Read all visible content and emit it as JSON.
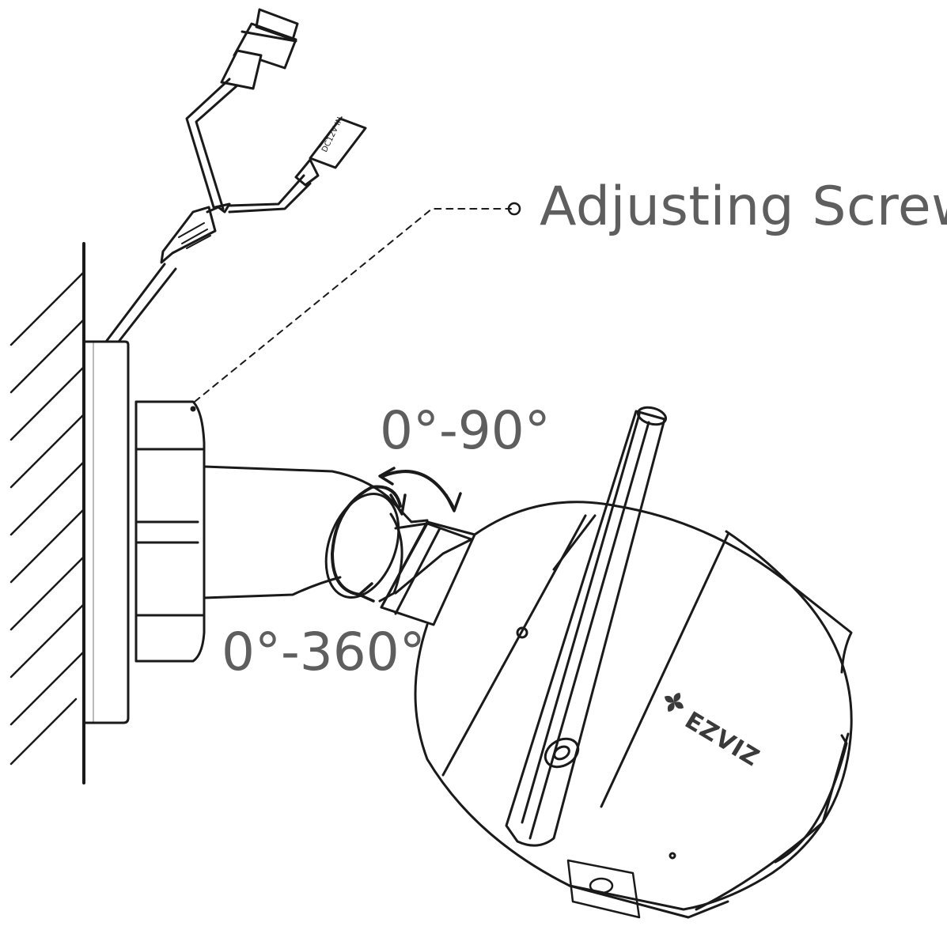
{
  "labels": {
    "adjusting_screw": "Adjusting Screw",
    "tilt_range": "0°-90°",
    "pan_range": "0°-360°",
    "brand": "EZVIZ",
    "dc_port": "DC12V IN"
  },
  "colors": {
    "line": "#1a1a1a",
    "label_text": "#5e5e5e",
    "background": "#ffffff"
  },
  "icons": {
    "brand_logo": "ezviz-logo-icon",
    "tilt_arrow": "curved-double-arrow-icon",
    "pan_arrow": "rotation-arrow-icon"
  }
}
